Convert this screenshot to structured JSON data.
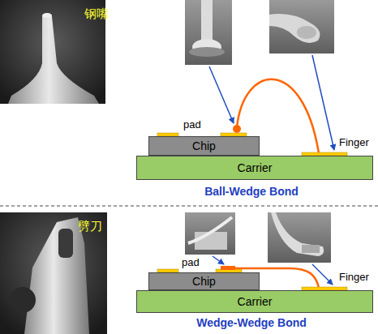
{
  "diagram": {
    "nodes": [
      {
        "text": [
          "Chip"
        ]
      },
      {
        "text": [
          "Carrier"
        ]
      },
      {
        "text": [
          "Chip"
        ]
      },
      {
        "text": [
          "Carrier"
        ]
      }
    ],
    "edges": [
      {
        "from": 0,
        "to": 1,
        "arrow": "none"
      },
      {
        "from": 2,
        "to": 3,
        "arrow": "none"
      }
    ],
    "labels": [
      "钢嘴",
      "pad",
      "Finger",
      "Ball-Wedge Bond",
      "劈刀",
      "pad",
      "Finger",
      "Wedge-Wedge Bond"
    ]
  }
}
